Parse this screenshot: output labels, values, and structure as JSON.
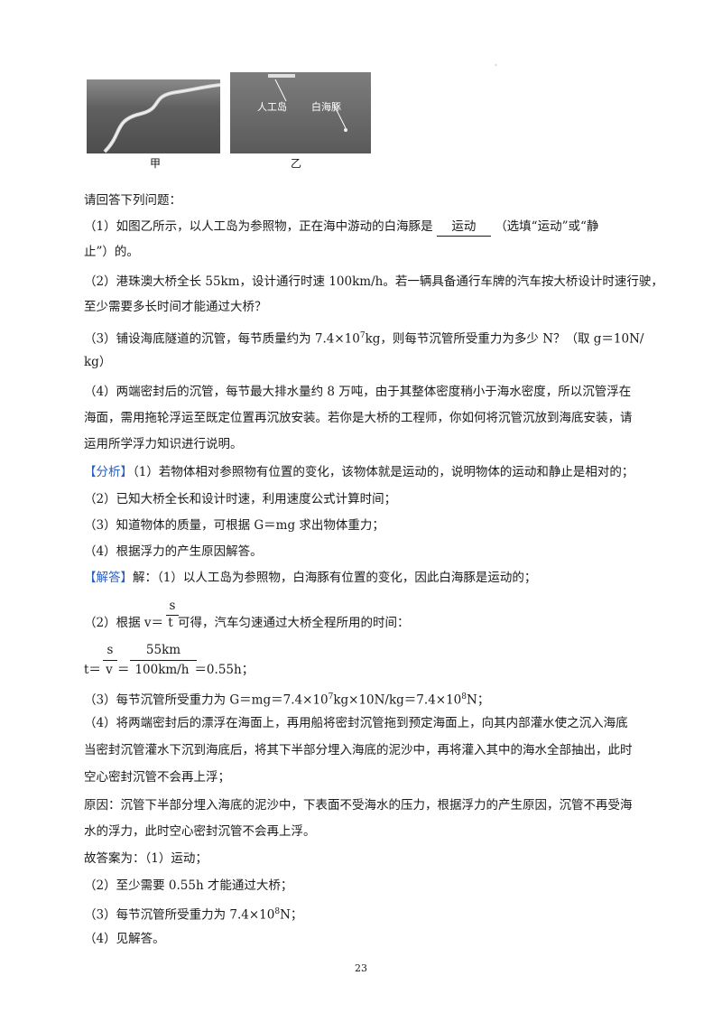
{
  "figures": {
    "jia_caption": "甲",
    "yi_caption": "乙",
    "yi_label_island": "人工岛",
    "yi_label_dolphin": "白海豚"
  },
  "questions": {
    "intro": "请回答下列问题：",
    "q1_a": "（1）如图乙所示，以人工岛为参照物，正在海中游动的白海豚是",
    "q1_answer": "运动",
    "q1_b": "（选填“运动”或“静",
    "q1_c": "止”）的。",
    "q2_a": "（2）港珠澳大桥全长 55km，设计通行时速 100km/h。若一辆具备通行车牌的汽车按大桥设计时速行驶，",
    "q2_b": "至少需要多长时间才能通过大桥？",
    "q3_a": "（3）铺设海底隧道的沉管，每节质量约为 7.4×10",
    "q3_sup": "7",
    "q3_b": "kg，则每节沉管所受重力为多少 N？（取 g＝10N/",
    "q3_c": "kg）",
    "q4_a": "（4）两端密封后的沉管，每节最大排水量约 8 万吨，由于其整体密度稍小于海水密度，所以沉管浮在",
    "q4_b": "海面，需用拖轮浮运至既定位置再沉放安装。若你是大桥的工程师，你如何将沉管沉放到海底安装，请",
    "q4_c": "运用所学浮力知识进行说明。"
  },
  "analysis": {
    "tag": "【分析】",
    "a1": "（1）若物体相对参照物有位置的变化，该物体就是运动的，说明物体的运动和静止是相对的；",
    "a2": "（2）已知大桥全长和设计时速，利用速度公式计算时间；",
    "a3": "（3）知道物体的质量，可根据 G＝mg 求出物体重力；",
    "a4": "（4）根据浮力的产生原因解答。"
  },
  "solution": {
    "tag": "【解答】",
    "s1": "解：（1）以人工岛为参照物，白海豚有位置的变化，因此白海豚是运动的；",
    "s2_a": "（2）根据 v＝",
    "s2_frac_num": "s",
    "s2_frac_den": "t",
    "s2_b": "可得，汽车匀速通过大桥全程所用的时间：",
    "t_prefix": "t＝",
    "t_frac1_num": "s",
    "t_frac1_den": "v",
    "t_eq": "＝",
    "t_frac2_num": "55km",
    "t_frac2_den": "100km/h",
    "t_result": "＝0.55h；",
    "s3_a": "（3）每节沉管所受重力为 G＝mg＝7.4×10",
    "s3_sup1": "7",
    "s3_b": "kg×10N/kg＝7.4×10",
    "s3_sup2": "8",
    "s3_c": "N；",
    "s4_a": "（4）将两端密封后的漂浮在海面上，再用船将密封沉管拖到预定海面上，向其内部灌水使之沉入海底",
    "s4_b": "当密封沉管灌水下沉到海底后，将其下半部分埋入海底的泥沙中，再将灌入其中的海水全部抽出，此时",
    "s4_c": "空心密封沉管不会再上浮；",
    "reason_a": "原因：沉管下半部分埋入海底的泥沙中，下表面不受海水的压力，根据浮力的产生原因，沉管不再受海",
    "reason_b": "水的浮力，此时空心密封沉管不会再上浮。",
    "final_intro": "故答案为：（1）运动；",
    "final_2": "（2）至少需要 0.55h 才能通过大桥；",
    "final_3_a": "（3）每节沉管所受重力为 7.4×10",
    "final_3_sup": "8",
    "final_3_b": "N；",
    "final_4": "（4）见解答。"
  },
  "page_number": "23"
}
